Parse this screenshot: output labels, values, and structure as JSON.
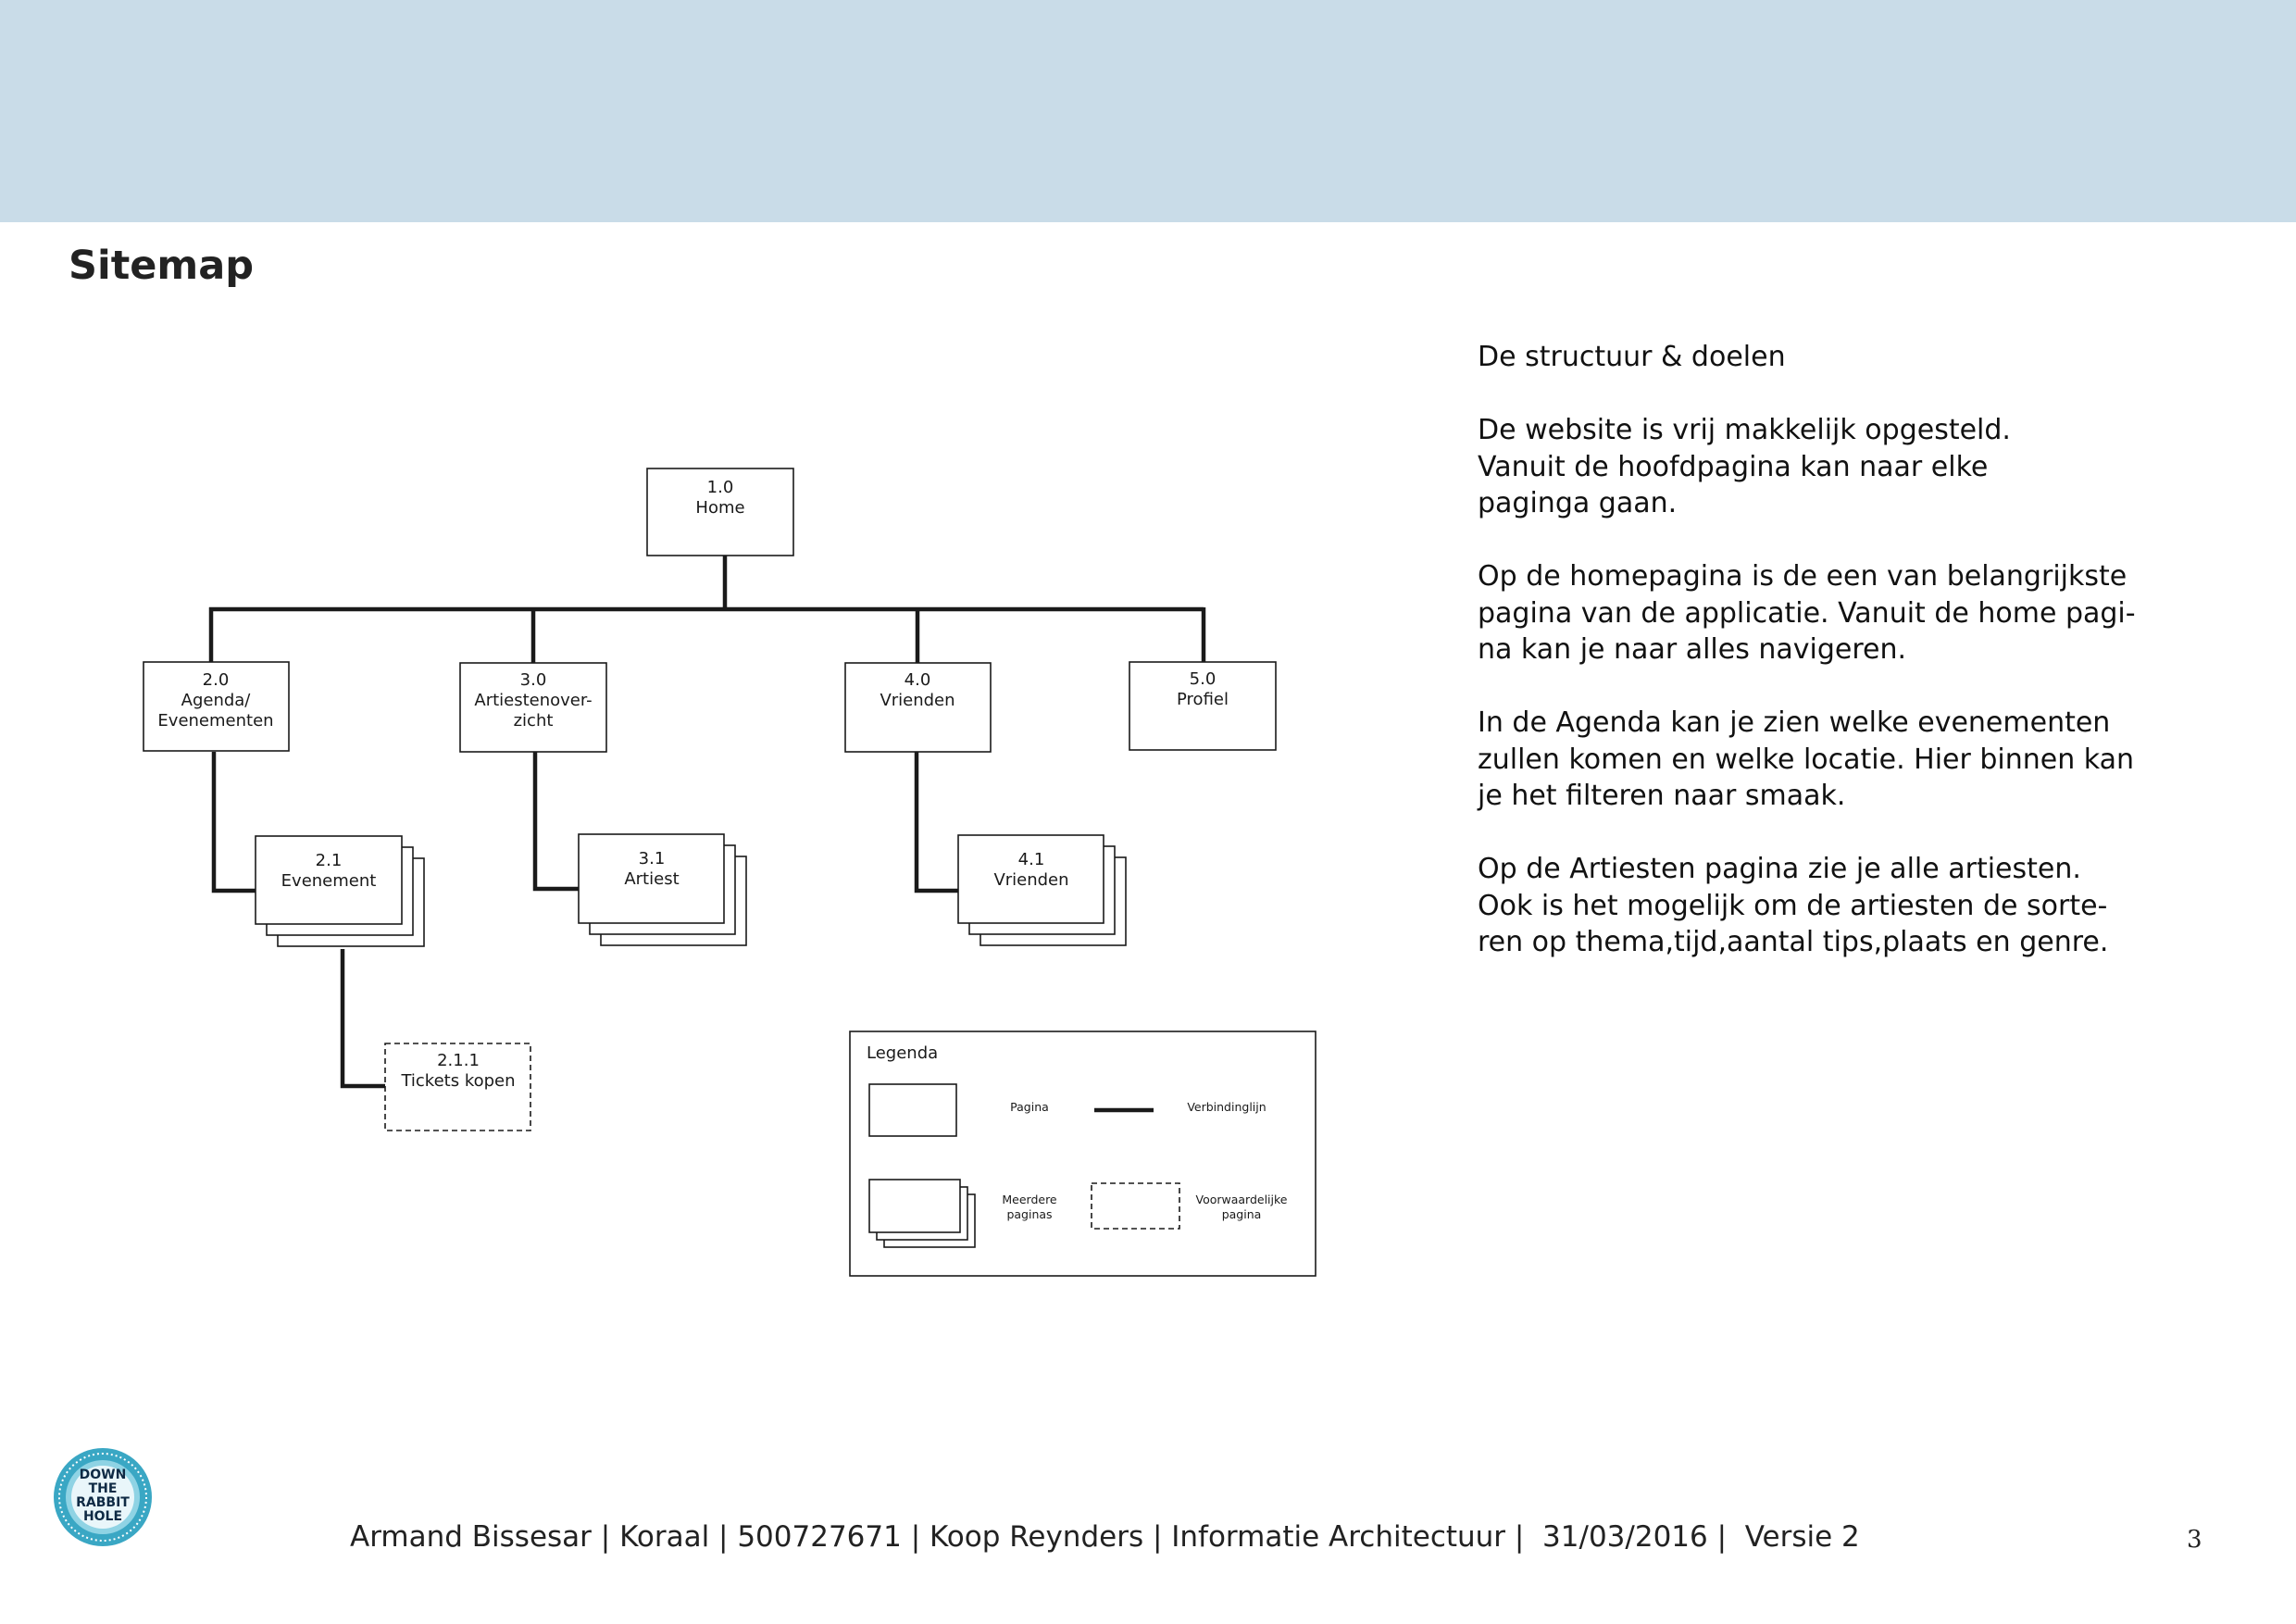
{
  "header": {
    "title": "Sitemap"
  },
  "sitemap": {
    "home": {
      "number": "1.0",
      "label": "Home"
    },
    "agenda": {
      "number": "2.0",
      "line1": "Agenda/",
      "line2": "Evenementen"
    },
    "artiesten": {
      "number": "3.0",
      "line1": "Artiestenover-",
      "line2": "zicht"
    },
    "vrienden": {
      "number": "4.0",
      "label": "Vrienden"
    },
    "profiel": {
      "number": "5.0",
      "label": "Profiel"
    },
    "evenement": {
      "number": "2.1",
      "label": "Evenement"
    },
    "artiest": {
      "number": "3.1",
      "label": "Artiest"
    },
    "vrienden_sub": {
      "number": "4.1",
      "label": "Vrienden"
    },
    "tickets": {
      "number": "2.1.1",
      "label": "Tickets kopen"
    }
  },
  "legend": {
    "title": "Legenda",
    "pagina": "Pagina",
    "verbindinglijn": "Verbindinglijn",
    "meerdere_1": "Meerdere",
    "meerdere_2": "paginas",
    "voorwaardelijke_1": "Voorwaardelijke",
    "voorwaardelijke_2": "pagina"
  },
  "description": {
    "heading": "De structuur & doelen",
    "paragraphs": [
      "De website is vrij makkelijk opgesteld.\nVanuit de hoofdpagina kan naar elke\npaginga gaan.",
      "Op de homepagina is de een van belangrijkste\npagina van de applicatie. Vanuit de home pagi-\nna kan je naar alles navigeren.",
      "In de Agenda kan je zien welke evenementen\nzullen komen en welke locatie. Hier binnen kan\nje het filteren naar smaak.",
      "Op de Artiesten pagina zie je alle artiesten.\nOok is het mogelijk om de artiesten de sorte-\nren op thema,tijd,aantal tips,plaats en genre."
    ]
  },
  "footer": {
    "text": "Armand Bissesar | Koraal | 500727671 | Koop Reynders | Informatie Architectuur |  31/03/2016 |  Versie 2",
    "page_number": "3"
  },
  "logo": {
    "lines": [
      "DOWN",
      "THE",
      "RABBIT",
      "HOLE"
    ]
  },
  "colors": {
    "header_band": "#c9dce8",
    "logo_ring": "#3aa7c4"
  }
}
